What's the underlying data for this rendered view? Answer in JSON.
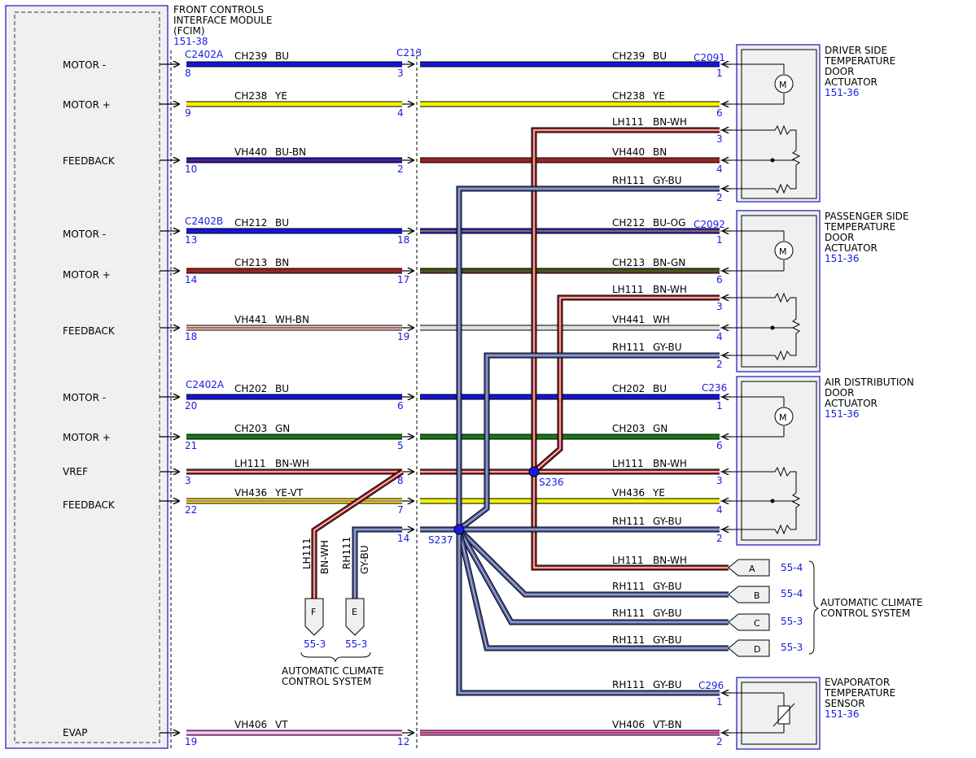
{
  "fcim": {
    "title_lines": [
      "FRONT CONTROLS",
      "INTERFACE MODULE",
      "(FCIM)"
    ],
    "ref": "151-38"
  },
  "connectors": {
    "c2402a_top": "C2402A",
    "c213": "C213",
    "c2091": "C2091",
    "c2402b": "C2402B",
    "c2092": "C2092",
    "c2402a_mid": "C2402A",
    "c236": "C236",
    "c296": "C296"
  },
  "signals": [
    {
      "label": "MOTOR -"
    },
    {
      "label": "MOTOR +"
    },
    {
      "label": "FEEDBACK"
    },
    {
      "label": "MOTOR -"
    },
    {
      "label": "MOTOR +"
    },
    {
      "label": "FEEDBACK"
    },
    {
      "label": "MOTOR -"
    },
    {
      "label": "MOTOR +"
    },
    {
      "label": "VREF"
    },
    {
      "label": "FEEDBACK"
    },
    {
      "label": "EVAP"
    }
  ],
  "wires": [
    {
      "left_circuit": "CH239",
      "left_color": "BU",
      "left_pin": "8",
      "mid_pin": "3",
      "right_circuit": "CH239",
      "right_color": "BU",
      "right_pin": "1",
      "left_hex": "#1515dd",
      "right_hex": "#1515dd"
    },
    {
      "left_circuit": "CH238",
      "left_color": "YE",
      "left_pin": "9",
      "mid_pin": "4",
      "right_circuit": "CH238",
      "right_color": "YE",
      "right_pin": "6",
      "left_hex": "#f2f200",
      "right_hex": "#f2f200"
    },
    {
      "right_circuit": "LH111",
      "right_color": "BN-WH",
      "right_pin": "3"
    },
    {
      "left_circuit": "VH440",
      "left_color": "BU-BN",
      "left_pin": "10",
      "mid_pin": "2",
      "right_circuit": "VH440",
      "right_color": "BN",
      "right_pin": "4",
      "left_hex": "#1a1ad0",
      "right_hex": "#992222"
    },
    {
      "right_circuit": "RH111",
      "right_color": "GY-BU",
      "right_pin": "2"
    },
    {
      "left_circuit": "CH212",
      "left_color": "BU",
      "left_pin": "13",
      "mid_pin": "18",
      "right_circuit": "CH212",
      "right_color": "BU-OG",
      "right_pin": "1",
      "left_hex": "#1515dd",
      "right_hex": "#2828b8"
    },
    {
      "left_circuit": "CH213",
      "left_color": "BN",
      "left_pin": "14",
      "mid_pin": "17",
      "right_circuit": "CH213",
      "right_color": "BN-GN",
      "right_pin": "6",
      "left_hex": "#992222",
      "right_hex": "#6b3a1e"
    },
    {
      "right_circuit": "LH111",
      "right_color": "BN-WH",
      "right_pin": "3"
    },
    {
      "left_circuit": "VH441",
      "left_color": "WH-BN",
      "left_pin": "18",
      "mid_pin": "19",
      "right_circuit": "VH441",
      "right_color": "WH",
      "right_pin": "4",
      "left_hex": "#e8d0d0",
      "right_hex": "#e0e0e0"
    },
    {
      "right_circuit": "RH111",
      "right_color": "GY-BU",
      "right_pin": "2"
    },
    {
      "left_circuit": "CH202",
      "left_color": "BU",
      "left_pin": "20",
      "mid_pin": "6",
      "right_circuit": "CH202",
      "right_color": "BU",
      "right_pin": "1",
      "left_hex": "#1515dd",
      "right_hex": "#1515dd"
    },
    {
      "left_circuit": "CH203",
      "left_color": "GN",
      "left_pin": "21",
      "mid_pin": "5",
      "right_circuit": "CH203",
      "right_color": "GN",
      "right_pin": "6",
      "left_hex": "#157a15",
      "right_hex": "#157a15"
    },
    {
      "left_circuit": "LH111",
      "left_color": "BN-WH",
      "left_pin": "3",
      "mid_pin": "8",
      "right_circuit": "LH111",
      "right_color": "BN-WH",
      "right_pin": "3"
    },
    {
      "left_circuit": "VH436",
      "left_color": "YE-VT",
      "left_pin": "22",
      "mid_pin": "7",
      "right_circuit": "VH436",
      "right_color": "YE",
      "right_pin": "4",
      "left_hex": "#f2f200",
      "right_hex": "#f2f200"
    },
    {
      "mid_pin": "14",
      "right_circuit": "RH111",
      "right_color": "GY-BU",
      "right_pin": "2"
    },
    {
      "left_circuit": "VH406",
      "left_color": "VT",
      "left_pin": "19",
      "mid_pin": "12",
      "right_circuit": "VH406",
      "right_color": "VT-BN",
      "right_pin": "2",
      "left_hex": "#ee88dd",
      "right_hex": "#e070d0"
    }
  ],
  "splices": {
    "s236": "S236",
    "s237": "S237"
  },
  "actuators": [
    {
      "lines": [
        "DRIVER SIDE",
        "TEMPERATURE",
        "DOOR",
        "ACTUATOR"
      ],
      "ref": "151-36"
    },
    {
      "lines": [
        "PASSENGER SIDE",
        "TEMPERATURE",
        "DOOR",
        "ACTUATOR"
      ],
      "ref": "151-36"
    },
    {
      "lines": [
        "AIR DISTRIBUTION",
        "DOOR",
        "ACTUATOR"
      ],
      "ref": "151-36"
    },
    {
      "lines": [
        "EVAPORATOR",
        "TEMPERATURE",
        "SENSOR"
      ],
      "ref": "151-36"
    }
  ],
  "acc_right": {
    "rows": [
      {
        "circuit": "LH111",
        "color": "BN-WH",
        "letter": "A",
        "ref": "55-4"
      },
      {
        "circuit": "RH111",
        "color": "GY-BU",
        "letter": "B",
        "ref": "55-4"
      },
      {
        "circuit": "RH111",
        "color": "GY-BU",
        "letter": "C",
        "ref": "55-3"
      },
      {
        "circuit": "RH111",
        "color": "GY-BU",
        "letter": "D",
        "ref": "55-3"
      }
    ],
    "system_lines": [
      "AUTOMATIC CLIMATE",
      "CONTROL SYSTEM"
    ]
  },
  "acc_bottom": {
    "f": {
      "circuit": "LH111",
      "color": "BN-WH",
      "letter": "F",
      "ref": "55-3"
    },
    "e": {
      "circuit": "RH111",
      "color": "GY-BU",
      "letter": "E",
      "ref": "55-3"
    },
    "system_lines": [
      "AUTOMATIC CLIMATE",
      "CONTROL SYSTEM"
    ]
  },
  "palette": {
    "brown_wh": "#992222",
    "gray_bu": "#4a5aa8",
    "frame_blue": "#3333cc",
    "pin_blue": "#1a1ae6"
  }
}
